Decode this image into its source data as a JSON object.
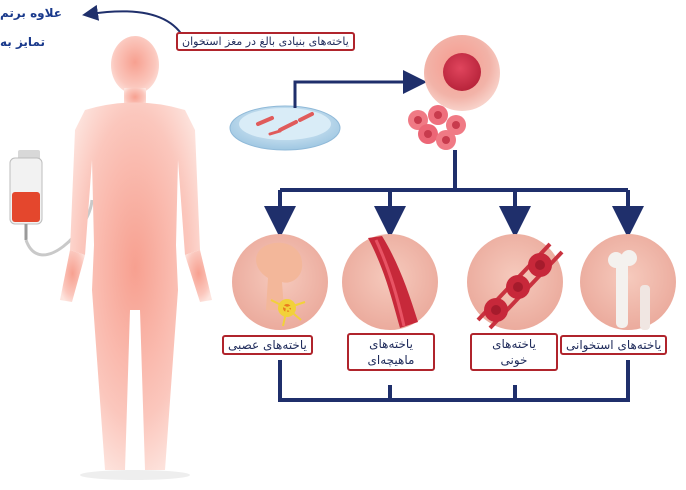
{
  "top_left_text": {
    "line1": "علاوه برتم",
    "line2": "تمایز به"
  },
  "source_label": "یاخته‌های بنیادی بالغ در مغز استخوان",
  "cell_types": [
    {
      "label": "یاخته‌های عصبی"
    },
    {
      "label_line1": "یاخته‌های",
      "label_line2": "ماهیچه‌ای"
    },
    {
      "label_line1": "یاخته‌های",
      "label_line2": "خونی"
    },
    {
      "label": "یاخته‌های استخوانی"
    }
  ],
  "colors": {
    "arrow": "#1f2f6b",
    "label_border": "#b0242c",
    "body": "#f6a79a",
    "circle_bg": "#f3c2b8",
    "top_text": "#1a3a8c"
  }
}
